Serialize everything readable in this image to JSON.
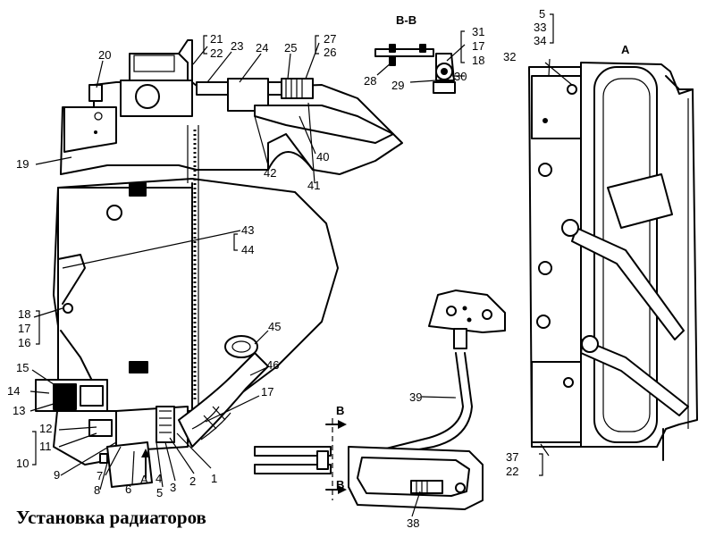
{
  "title": "Установка радиаторов",
  "section_label": "В-В",
  "view_label": "А",
  "cut_marker": "В",
  "arrow_marker": "А",
  "callouts": {
    "n1": "1",
    "n2": "2",
    "n3": "3",
    "n4": "4",
    "n5a": "5",
    "n6": "6",
    "n7": "7",
    "n8": "8",
    "n9": "9",
    "n10": "10",
    "n11": "11",
    "n12": "12",
    "n13": "13",
    "n14": "14",
    "n15": "15",
    "n16": "16",
    "n17a": "17",
    "n18a": "18",
    "n17b": "17",
    "n19": "19",
    "n20": "20",
    "n21": "21",
    "n22a": "22",
    "n23": "23",
    "n24": "24",
    "n25": "25",
    "n26": "26",
    "n27": "27",
    "n28": "28",
    "n29": "29",
    "n30": "30",
    "n31": "31",
    "n17c": "17",
    "n18b": "18",
    "n5b": "5",
    "n33": "33",
    "n34": "34",
    "n32": "32",
    "n37": "37",
    "n22b": "22",
    "n38": "38",
    "n39": "39",
    "n40": "40",
    "n41": "41",
    "n42": "42",
    "n43": "43",
    "n44": "44",
    "n45": "45",
    "n46": "46"
  }
}
